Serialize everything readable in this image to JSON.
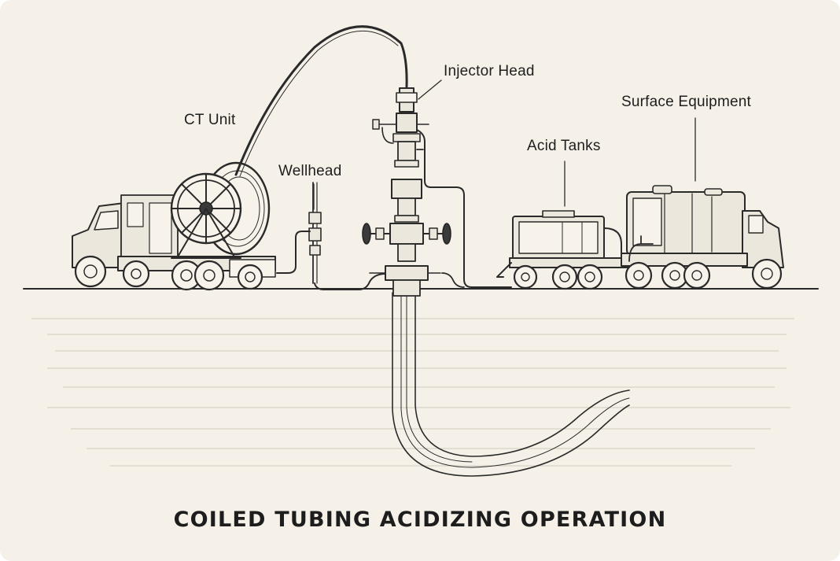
{
  "labels": {
    "ct_unit": "CT Unit",
    "wellhead": "Wellhead",
    "injector_head": "Injector Head",
    "acid_tanks": "Acid Tanks",
    "surface_equipment": "Surface Equipment"
  },
  "title": "COILED TUBING ACIDIZING OPERATION",
  "colors": {
    "background": "#f5f1e8",
    "ink": "#2a2a2a",
    "strata": "#d8d2c4"
  }
}
